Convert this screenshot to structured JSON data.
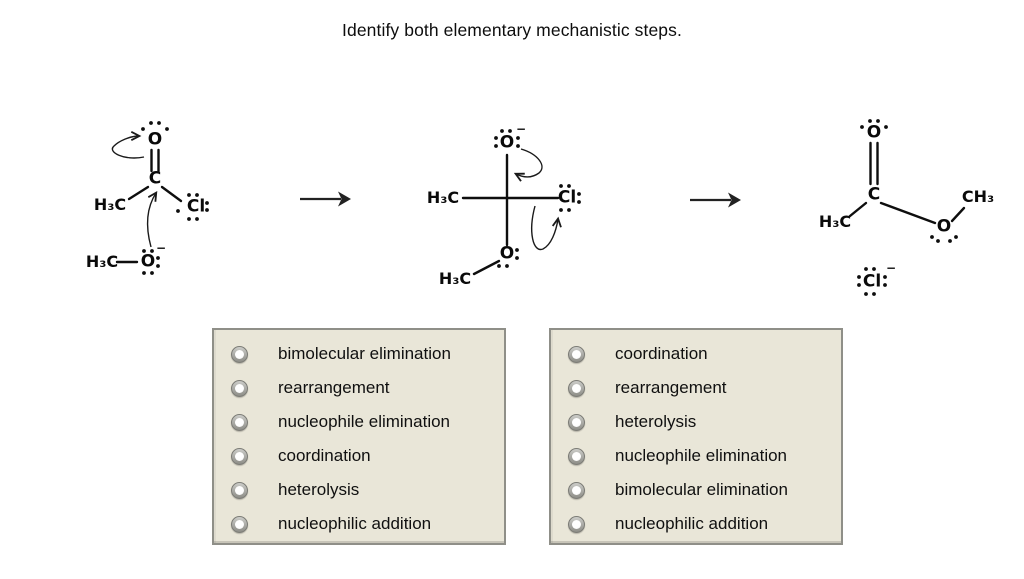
{
  "title": "Identify both elementary mechanistic steps.",
  "scheme": {
    "atoms": {
      "o": "O",
      "c": "C",
      "cl": "Cl",
      "h3c": "H₃C",
      "ch3": "CH₃",
      "minus": "−"
    },
    "step_arrow": "→"
  },
  "answer_boxes": [
    {
      "id": "step-1",
      "options": [
        "bimolecular elimination",
        "rearrangement",
        "nucleophile elimination",
        "coordination",
        "heterolysis",
        "nucleophilic addition"
      ]
    },
    {
      "id": "step-2",
      "options": [
        "coordination",
        "rearrangement",
        "heterolysis",
        "nucleophile elimination",
        "bimolecular elimination",
        "nucleophilic addition"
      ]
    }
  ]
}
